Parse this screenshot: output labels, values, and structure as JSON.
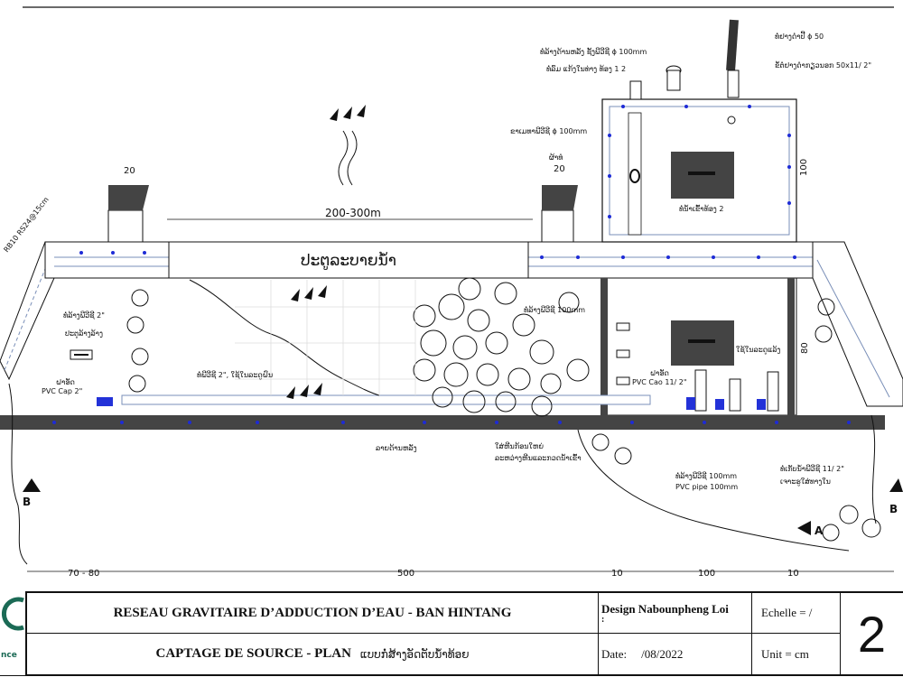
{
  "drawing": {
    "labels": {
      "rb_note": "RB10 RS24@15cm",
      "dim_left_20": "20",
      "dim_mid_20_name": "ຜ້າທໍ",
      "dim_mid_20": "20",
      "span_200_300": "200-300m",
      "weir_name": "ປະຕູລະບາຍນ້ຳ",
      "vent_pipe": "ທໍ່ຢາງດຳປີ້ ϕ 50",
      "vent_pipe_conn": "ຂໍ້ຕໍ່ຢາງດຳກຽວນອກ  50x11/ 2\"",
      "overflow_pipe": "ທໍ່ລ້າງດ້ານຫລັງ ຊັ້ງພີວີຊີ  ϕ 100mm",
      "elbow_note": "ທໍ່ລົມ ແກ້ງໃນທ່າງ ທ້ອງ  1  2",
      "pvc_outlet": "ຂາເມທາພີວີຊີ ϕ 100mm",
      "chamber2": "ທໍ່ນ້ຳເຂົ້າທ້ອງ 2",
      "dim_100": "100",
      "pvc_2in_left": "ທໍ່ລ້າງພີວີຊີ 2\"",
      "gate_label": "ປະຕູລ້າງລ້າງ",
      "cap_label_lao": "ຝາອັດ",
      "cap_label": "PVC  Cap  2\"",
      "pipe_2in": "ທໍ່ພີວີຊີ 2\", ໃຊ້ໃນລະດູຝົນ",
      "pvc_100_mid": "ທໍ່ລ້າງພີວີຊີ 100mm",
      "rain_use": "ໃຊ້ໃນລະດູແລ້ງ",
      "cap_right_lao": "ຝາອັດ",
      "cap_right": "PVC  Cao  11/ 2\"",
      "dim_80": "80",
      "drain_back": "ລາຍດ້ານຫລັງ",
      "stone_fill": "ໃສ່ຫີນກ້ອນໃຫຍ່",
      "stone_fill2": "ລະຫວ່າງຫີນແລະກວດນ້ຳເຂົ້າ",
      "pvc_100_bottom": "ທໍ່ລ້າງພີວີຊີ  100mm",
      "pvc_pipe_100": "PVC  pipe  100mm",
      "intake_pipe": "ທໍ່ເກັບນ້ຳພີວີຊີ   11/ 2\"",
      "drill_note": "ເຈາະຮູໃສ່ທາງໃນ",
      "section_b_left": "B",
      "section_b_right": "B",
      "section_a": "A",
      "dim_70_80": "70  -  80",
      "dim_500": "500",
      "dim_10a": "10",
      "dim_100b": "100",
      "dim_10b": "10"
    }
  },
  "title_block": {
    "project": "RESEAU GRAVITAIRE D’ADDUCTION D’EAU -  BAN HINTANG",
    "sheet_title": "CAPTAGE DE SOURCE - PLAN",
    "sheet_title_lao": "ແບບກໍ່ສ້າງອັດຕັບນ້ຳທ້ອຍ",
    "design": "Design Nabounpheng Loi",
    "design_colon": ":",
    "scale": "Echelle = /",
    "date_label": "Date:",
    "date_value": "/08/2022",
    "unit": "Unit = cm",
    "sheet_number": "2",
    "logo_text": "nce"
  }
}
